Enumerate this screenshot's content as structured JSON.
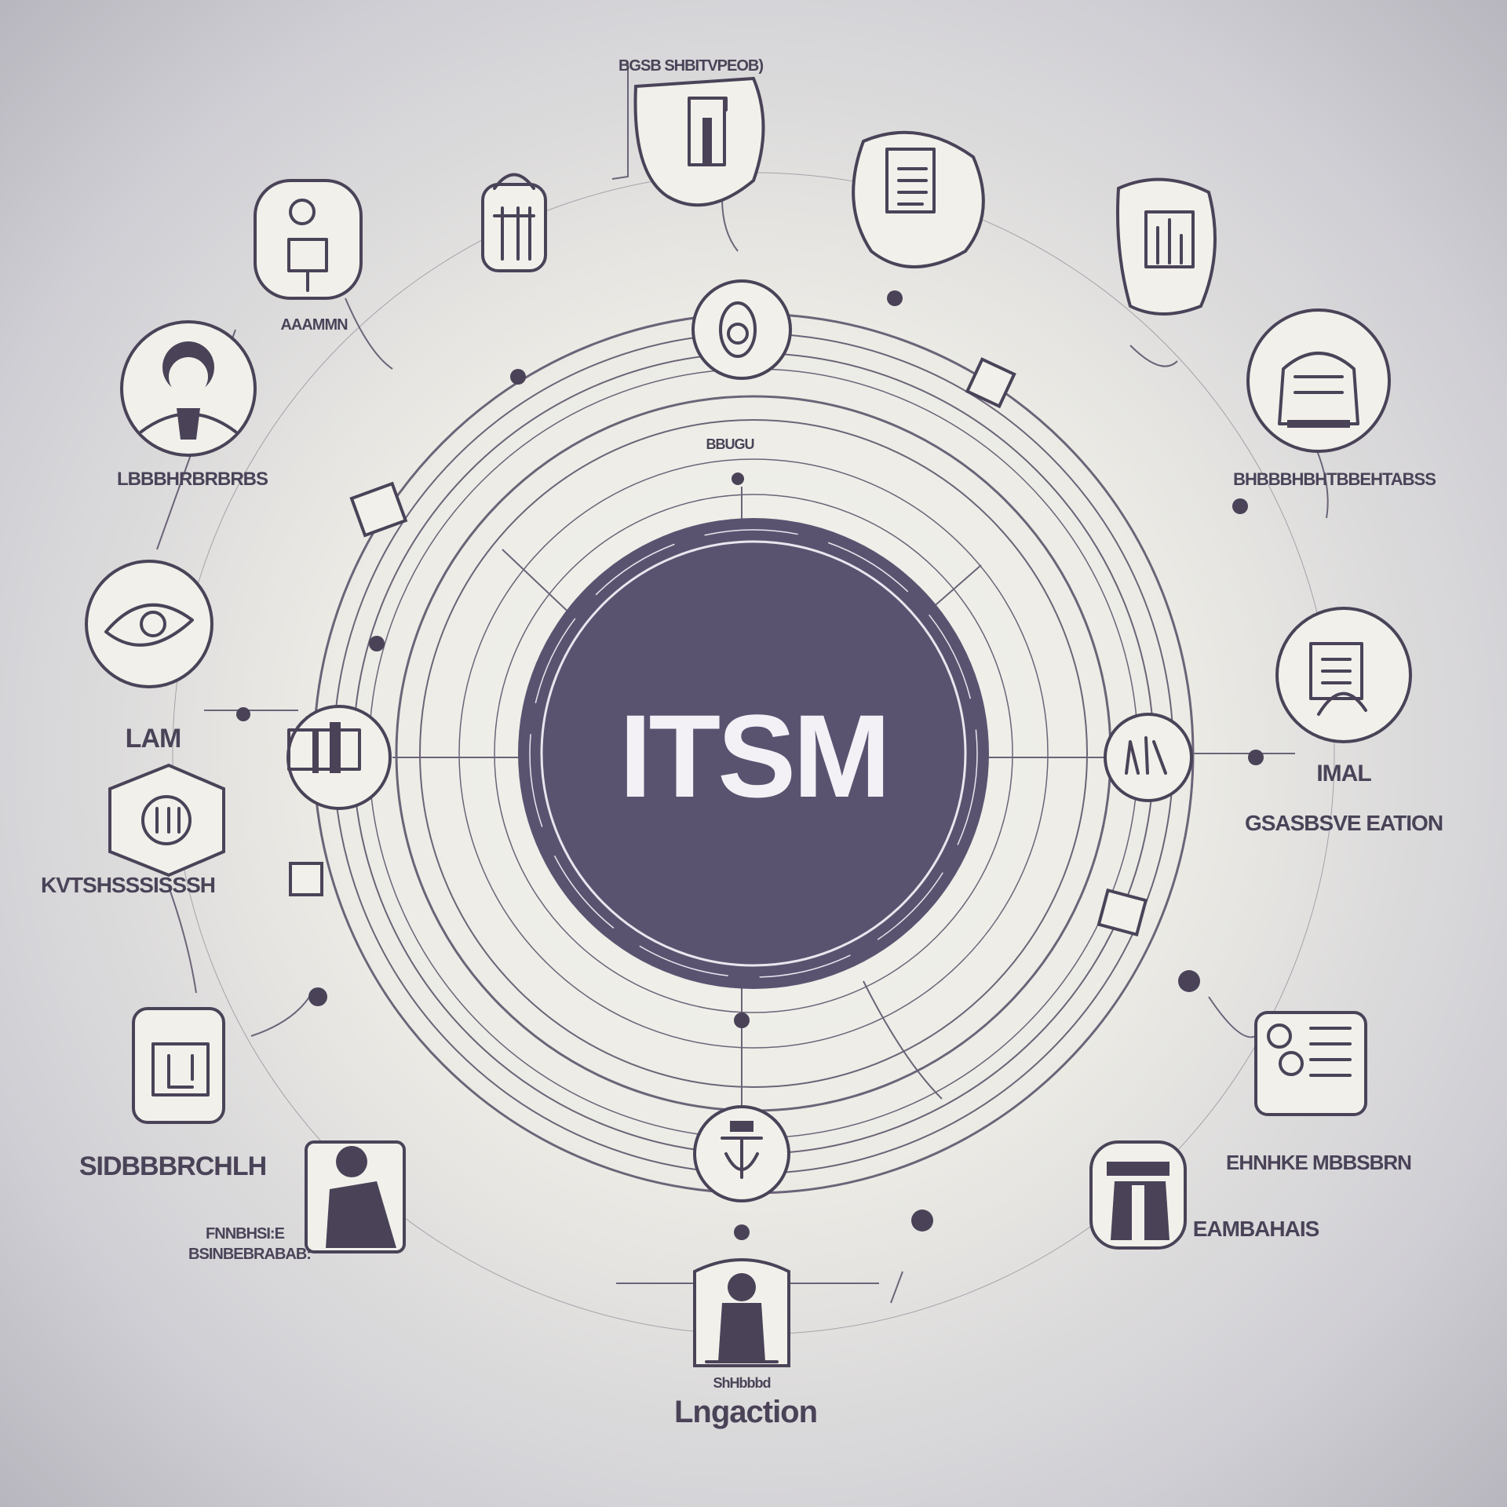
{
  "center_label": "ITSM",
  "colors": {
    "hub": "#5a5370",
    "ink": "#4a4358",
    "paper": "#f1f0ea"
  },
  "labels": {
    "top": "BGSB SHBITVPEOB)",
    "top_left": "AAAMMN",
    "left_upper": "LBBBHRBRBRBS",
    "left_mid": "LAM",
    "left_lower": "KVTSHSSSISSSH",
    "bottom_left": "SIDBBBRCHLH",
    "bottom_left_small_1": "FNNBHSI:E",
    "bottom_left_small_2": "BSINBEBRABAB:",
    "bottom": "Lngaction",
    "bottom_small": "ShHbbbd",
    "bottom_right": "EHNHKE MBBSBRN",
    "bottom_right_small": "EAMBAHAIS",
    "right_mid": "IMAL",
    "right_lower": "GSASBSVE EATION",
    "right_upper": "BHBBBHBHTBBEHTABSS",
    "inner_top": "BBUGU"
  }
}
